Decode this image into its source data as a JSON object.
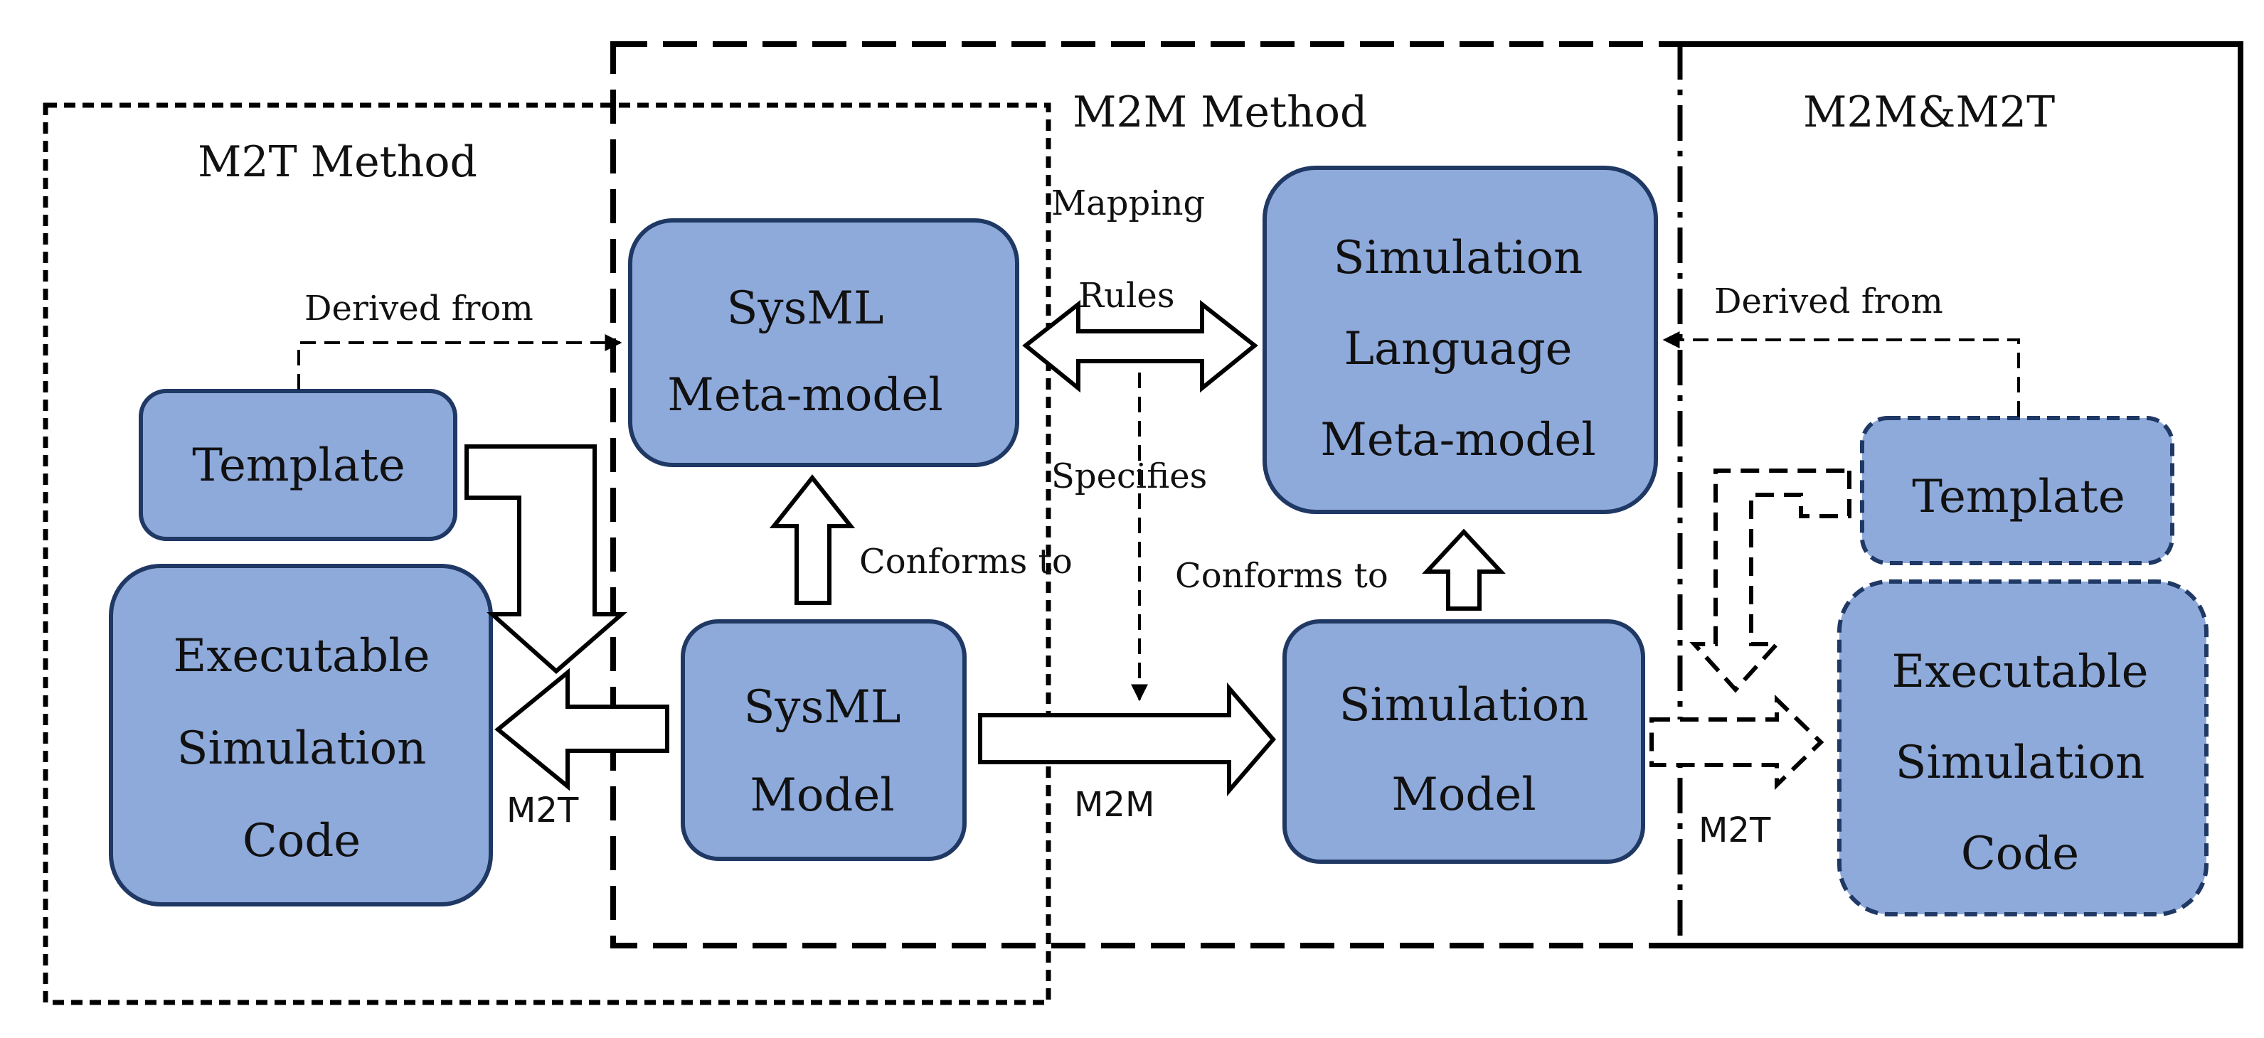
{
  "regions": {
    "m2t": {
      "title": "M2T Method"
    },
    "m2m": {
      "title": "M2M Method"
    },
    "m2m_m2t": {
      "title": "M2M&M2T"
    }
  },
  "nodes": {
    "template_left": [
      "Template"
    ],
    "exec_code_left": [
      "Executable",
      "Simulation",
      "Code"
    ],
    "sysml_metamodel": [
      "SysML",
      "Meta-model"
    ],
    "sysml_model": [
      "SysML",
      "Model"
    ],
    "sim_lang_metamodel": [
      "Simulation",
      "Language",
      "Meta-model"
    ],
    "sim_model": [
      "Simulation",
      "Model"
    ],
    "template_right": [
      "Template"
    ],
    "exec_code_right": [
      "Executable",
      "Simulation",
      "Code"
    ]
  },
  "labels": {
    "derived_from_left": "Derived from",
    "derived_from_right": "Derived from",
    "mapping": "Mapping",
    "rules": "Rules",
    "specifies": "Specifies",
    "conforms_to_left": "Conforms to",
    "conforms_to_right": "Conforms to",
    "m2t_left": "M2T",
    "m2m": "M2M",
    "m2t_right": "M2T"
  }
}
